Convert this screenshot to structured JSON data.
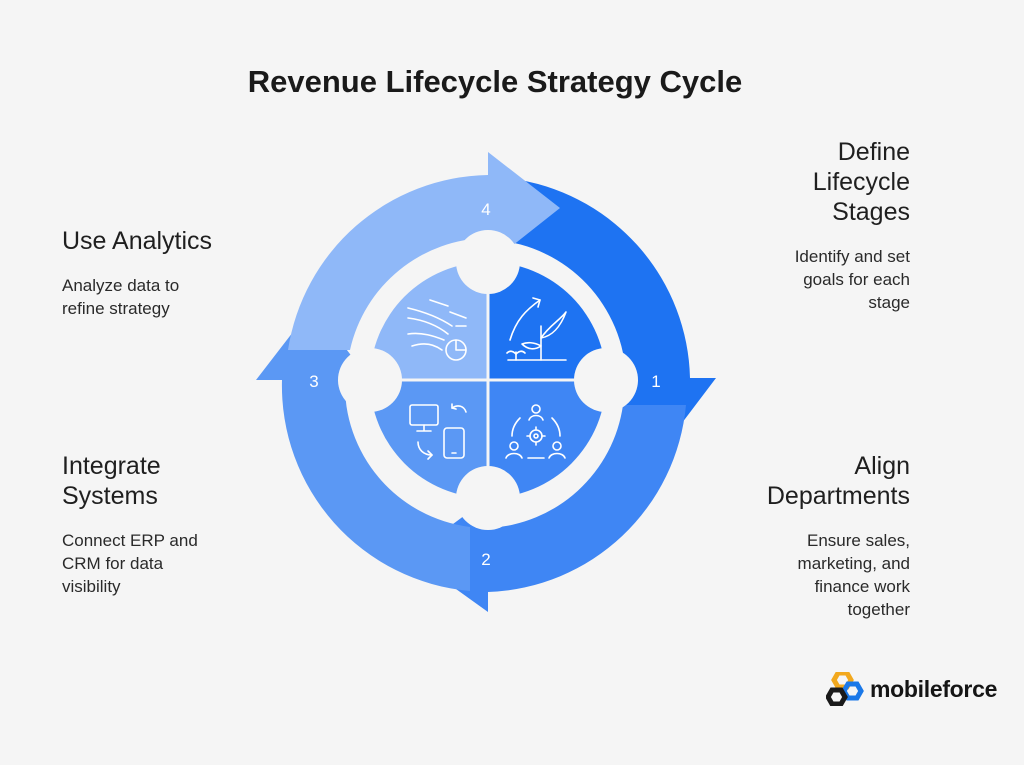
{
  "title": "Revenue Lifecycle Strategy Cycle",
  "steps": [
    {
      "number": "1",
      "heading": "Define Lifecycle Stages",
      "heading_lines": [
        "Define",
        "Lifecycle",
        "Stages"
      ],
      "desc_lines": [
        "Identify and set",
        "goals for each",
        "stage"
      ],
      "color": "#1e73f2",
      "icon": "plant-growth-icon"
    },
    {
      "number": "2",
      "heading": "Align Departments",
      "heading_lines": [
        "Align",
        "Departments"
      ],
      "desc_lines": [
        "Ensure sales,",
        "marketing, and",
        "finance work",
        "together"
      ],
      "color": "#3f86f4",
      "icon": "team-gear-icon"
    },
    {
      "number": "3",
      "heading": "Integrate Systems",
      "heading_lines": [
        "Integrate",
        "Systems"
      ],
      "desc_lines": [
        "Connect ERP and",
        "CRM for data",
        "visibility"
      ],
      "color": "#5b98f4",
      "icon": "devices-sync-icon"
    },
    {
      "number": "4",
      "heading": "Use Analytics",
      "heading_lines": [
        "Use Analytics"
      ],
      "desc_lines": [
        "Analyze data to",
        "refine strategy"
      ],
      "color": "#8fb8f8",
      "icon": "analytics-chart-icon"
    }
  ],
  "logo": {
    "text": "mobileforce",
    "colors": [
      "#f2a81d",
      "#1a78e8",
      "#1a1a1a"
    ]
  }
}
